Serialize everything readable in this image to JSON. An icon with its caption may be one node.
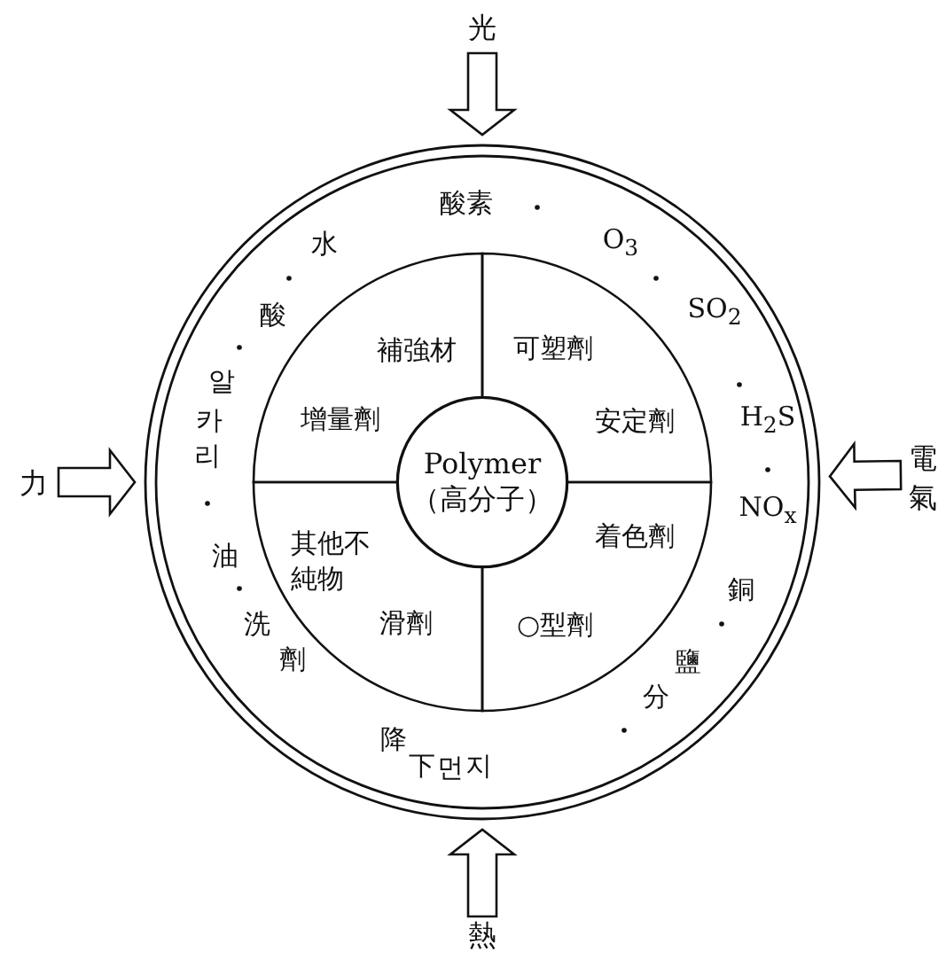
{
  "diagram": {
    "nodes": [
      {
        "text": [
          "酸素",
          "O$_{3}$",
          "SO$_{2}$",
          "H$_{2}$S",
          "NO$_{x}$",
          "銅",
          "鹽分",
          "降下먼지",
          "洗劑",
          "油",
          "알카리",
          "酸",
          "水"
        ]
      },
      {
        "text": [
          "補強材",
          "增量劑"
        ],
        "in": 0
      },
      {
        "text": [
          "可塑劑",
          "安定劑"
        ],
        "in": 0
      },
      {
        "text": [
          "着色劑",
          "○型劑"
        ],
        "in": 0
      },
      {
        "text": [
          "其他不純物",
          "滑劑"
        ],
        "in": 0
      },
      {
        "text": [
          "Polymer （高分子）"
        ],
        "in": 0
      },
      {
        "text": [
          "光"
        ]
      },
      {
        "text": [
          "力"
        ]
      },
      {
        "text": [
          "電氣"
        ]
      },
      {
        "text": [
          "熱"
        ]
      }
    ],
    "edges": [
      {
        "from": 6,
        "to": 0,
        "arrow": "to"
      },
      {
        "from": 7,
        "to": 0,
        "arrow": "to"
      },
      {
        "from": 8,
        "to": 0,
        "arrow": "to"
      },
      {
        "from": 9,
        "to": 0,
        "arrow": "to"
      }
    ]
  }
}
